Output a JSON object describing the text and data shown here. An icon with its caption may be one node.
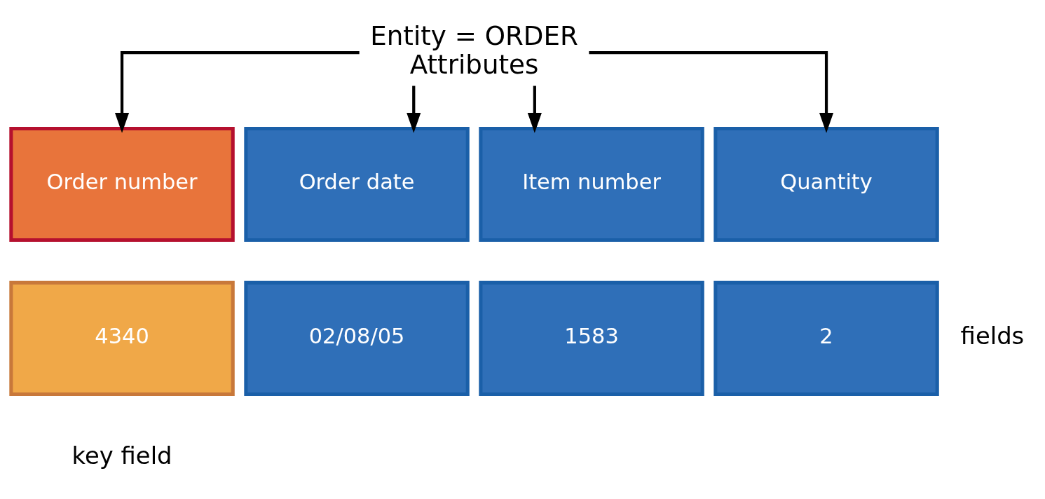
{
  "diagram": {
    "nodes": [
      {
        "text": [
          "Entity = ORDER",
          "Attributes"
        ]
      },
      {
        "text": [
          "Order number"
        ]
      },
      {
        "text": [
          "Order date"
        ]
      },
      {
        "text": [
          "Item number"
        ]
      },
      {
        "text": [
          "Quantity"
        ]
      },
      {
        "text": [
          "4340"
        ]
      },
      {
        "text": [
          "02/08/05"
        ]
      },
      {
        "text": [
          "1583"
        ]
      },
      {
        "text": [
          "2"
        ]
      }
    ],
    "edges": [
      {
        "from": 0,
        "to": 1,
        "arrow": "to"
      },
      {
        "from": 0,
        "to": 2,
        "arrow": "to"
      },
      {
        "from": 0,
        "to": 3,
        "arrow": "to"
      },
      {
        "from": 0,
        "to": 4,
        "arrow": "to"
      }
    ],
    "labels": [
      "fields",
      "key field"
    ]
  }
}
